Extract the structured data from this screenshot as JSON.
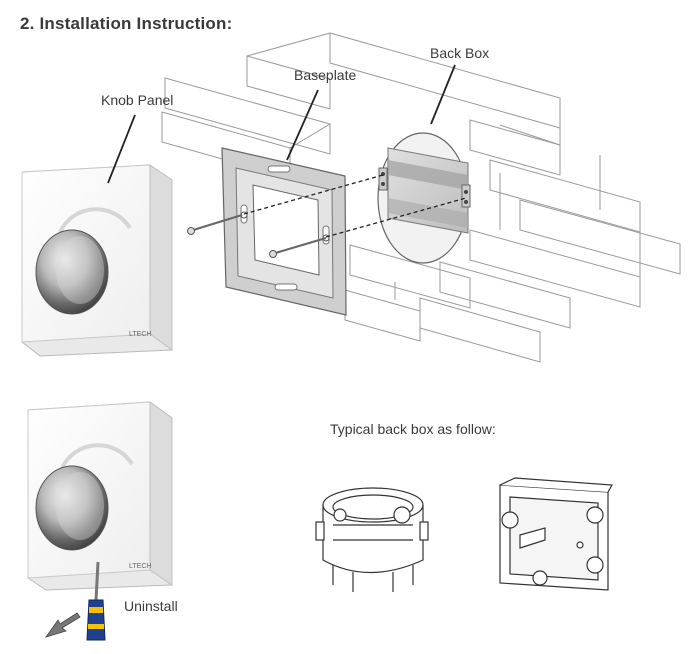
{
  "title": "2. Installation Instruction:",
  "labels": {
    "knob_panel": "Knob Panel",
    "baseplate": "Baseplate",
    "back_box": "Back Box",
    "typical": "Typical back box as follow:",
    "uninstall": "Uninstall"
  },
  "brand": "LTECH",
  "colors": {
    "line": "#444444",
    "brick": "#9a9a9a",
    "screwdriver_handle": "#1f3f8f",
    "screwdriver_band": "#f2c200"
  }
}
